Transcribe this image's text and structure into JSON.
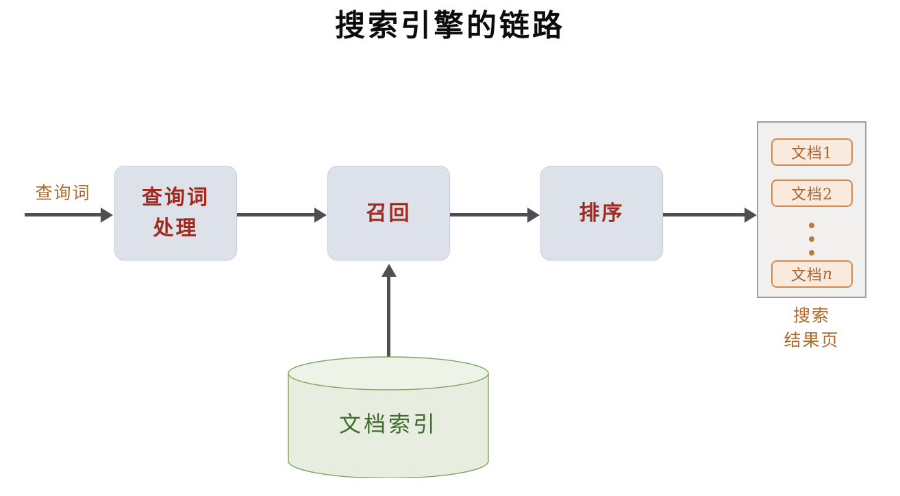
{
  "title": "搜索引擎的链路",
  "colors": {
    "title_text": "#0c0c0c",
    "process_box_fill": "#dde1ea",
    "process_box_border": "#c9cede",
    "process_box_text": "#9f2a1f",
    "arrow": "#4f4f51",
    "query_label_text": "#b06a2c",
    "doc_box_fill": "#faeade",
    "doc_box_border": "#d3884c",
    "doc_box_text": "#a8642e",
    "results_panel_fill": "#f2f0ef",
    "results_panel_border": "#9c9c9c",
    "dots": "#bf7a3b",
    "cylinder_fill": "#e7eedf",
    "cylinder_border": "#7fa25c",
    "cylinder_text": "#3f6b2f"
  },
  "input": {
    "label": "查询词"
  },
  "pipeline": {
    "boxes": [
      {
        "id": "query-processing",
        "label": "查询词\n处理"
      },
      {
        "id": "recall",
        "label": "召回"
      },
      {
        "id": "ranking",
        "label": "排序"
      }
    ]
  },
  "arrows": [
    {
      "id": "input-to-query-processing",
      "direction": "right"
    },
    {
      "id": "query-processing-to-recall",
      "direction": "right"
    },
    {
      "id": "recall-to-ranking",
      "direction": "right"
    },
    {
      "id": "ranking-to-results",
      "direction": "right"
    },
    {
      "id": "index-to-recall",
      "direction": "up"
    }
  ],
  "index_store": {
    "label": "文档索引",
    "shape": "cylinder"
  },
  "results": {
    "caption": "搜索\n结果页",
    "documents": [
      {
        "id": "doc-1",
        "label": "文档1"
      },
      {
        "id": "doc-2",
        "label": "文档2"
      },
      {
        "id": "doc-n",
        "label_prefix": "文档",
        "label_suffix": "n"
      }
    ],
    "ellipsis": "⋮"
  }
}
